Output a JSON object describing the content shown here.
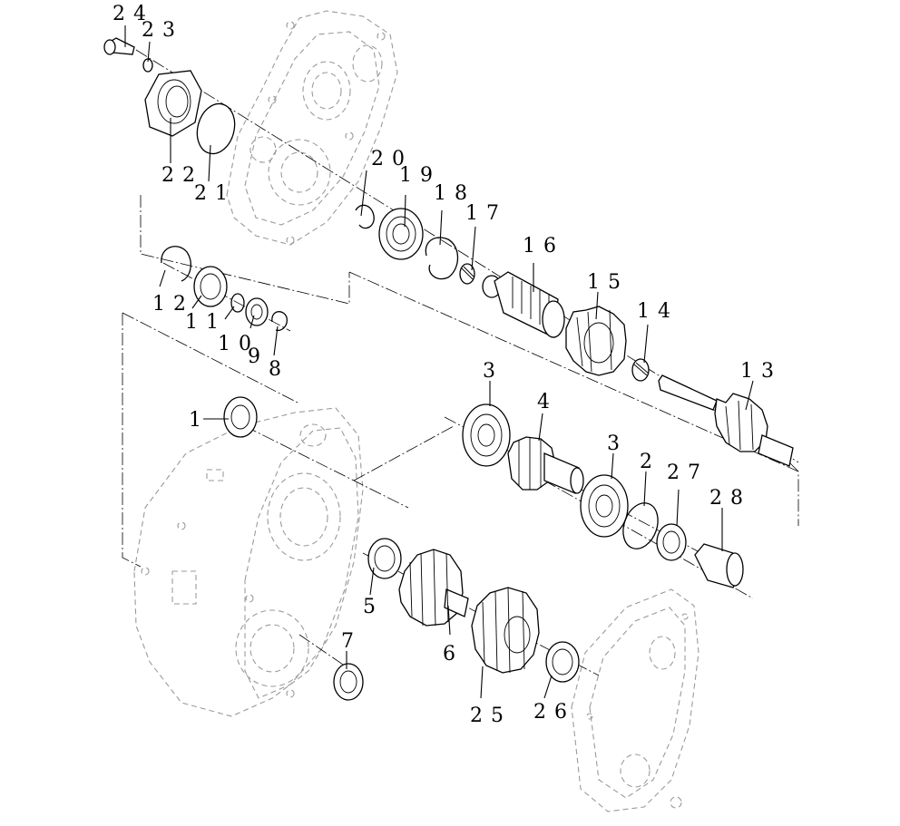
{
  "diagram": {
    "callouts": [
      {
        "id": "c24",
        "text": "24"
      },
      {
        "id": "c23",
        "text": "23"
      },
      {
        "id": "c22",
        "text": "22"
      },
      {
        "id": "c21",
        "text": "21"
      },
      {
        "id": "c20",
        "text": "20"
      },
      {
        "id": "c19",
        "text": "19"
      },
      {
        "id": "c18",
        "text": "18"
      },
      {
        "id": "c17",
        "text": "17"
      },
      {
        "id": "c16",
        "text": "16"
      },
      {
        "id": "c15",
        "text": "15"
      },
      {
        "id": "c14",
        "text": "14"
      },
      {
        "id": "c13",
        "text": "13"
      },
      {
        "id": "c12",
        "text": "12"
      },
      {
        "id": "c11",
        "text": "11"
      },
      {
        "id": "c10",
        "text": "10"
      },
      {
        "id": "c9",
        "text": "9"
      },
      {
        "id": "c8",
        "text": "8"
      },
      {
        "id": "c1",
        "text": "1"
      },
      {
        "id": "c3a",
        "text": "3"
      },
      {
        "id": "c4",
        "text": "4"
      },
      {
        "id": "c3b",
        "text": "3"
      },
      {
        "id": "c2",
        "text": "2"
      },
      {
        "id": "c27",
        "text": "27"
      },
      {
        "id": "c28",
        "text": "28"
      },
      {
        "id": "c5",
        "text": "5"
      },
      {
        "id": "c6",
        "text": "6"
      },
      {
        "id": "c7",
        "text": "7"
      },
      {
        "id": "c25",
        "text": "25"
      },
      {
        "id": "c26",
        "text": "26"
      }
    ]
  }
}
